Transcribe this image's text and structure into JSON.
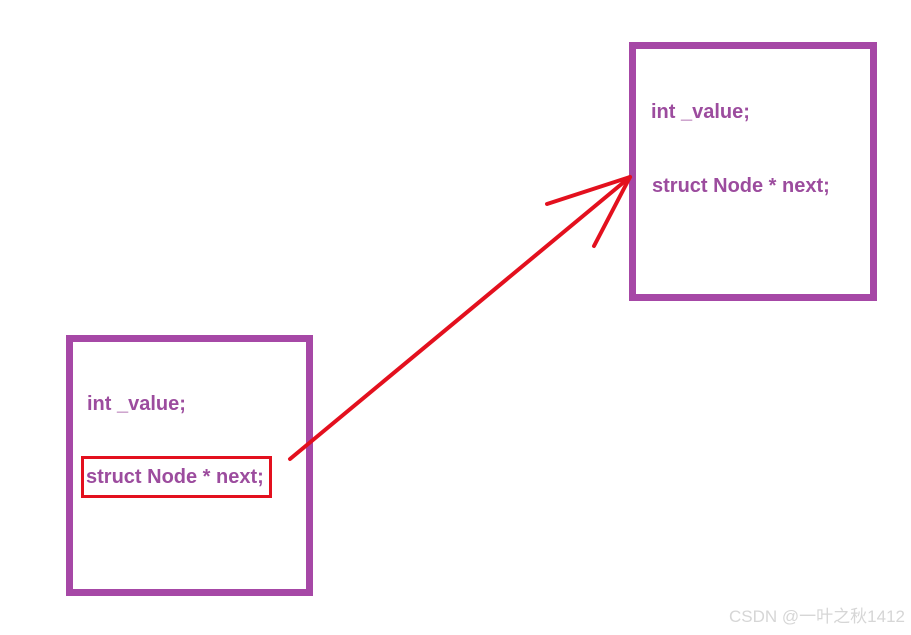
{
  "diagram": {
    "description": "linked-list node diagram",
    "top_node": {
      "field_value": "int _value;",
      "field_next": "struct Node * next;"
    },
    "bottom_node": {
      "field_value": "int _value;",
      "field_next": "struct Node * next;"
    },
    "highlighted_field": "struct Node * next;"
  },
  "watermark": {
    "text": "CSDN @一叶之秋1412"
  },
  "colors": {
    "background": "#FFFFFF",
    "node_border": "#A648A6",
    "node_text": "#9C4C9E",
    "highlight_border": "#E3101E",
    "arrow": "#E3101E",
    "watermark_text": "#D6D6D6"
  }
}
